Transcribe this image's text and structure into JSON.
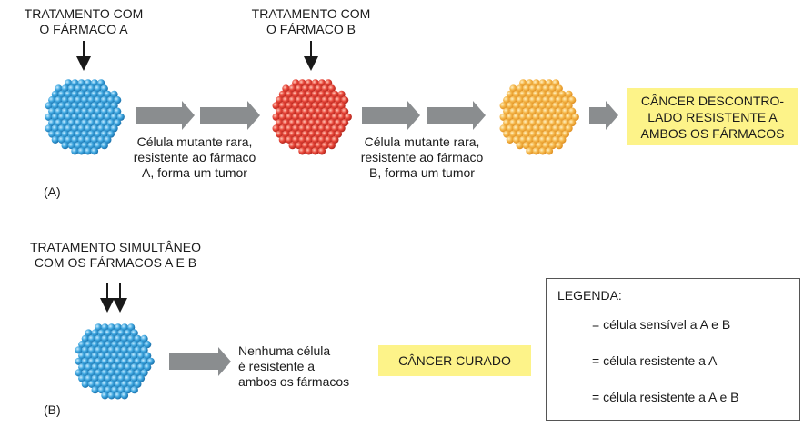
{
  "panel_a": {
    "label": "(A)",
    "drug_a_caption": "TRATAMENTO COM\nO FÁRMACO A",
    "drug_b_caption": "TRATAMENTO COM\nO FÁRMACO B",
    "mutant_a_note": "Célula mutante rara,\nresistente ao fármaco\nA, forma um tumor",
    "mutant_b_note": "Célula mutante rara,\nresistente ao fármaco\nB, forma um tumor",
    "result": "CÂNCER DESCONTRO-\nLADO RESISTENTE A\nAMBOS OS FÁRMACOS"
  },
  "panel_b": {
    "label": "(B)",
    "caption": "TRATAMENTO SIMULTÂNEO\nCOM OS FÁRMACOS A E B",
    "note": "Nenhuma célula\né resistente a\nambos os fármacos",
    "result": "CÂNCER CURADO"
  },
  "legend": {
    "title": "LEGENDA:",
    "items": [
      {
        "text": "= célula sensível a A e B",
        "color": "#3fa7e0",
        "icon": "blue-cell-cluster-icon"
      },
      {
        "text": "= célula resistente a A",
        "color": "#e8473a",
        "icon": "red-cell-cluster-icon"
      },
      {
        "text": "= célula resistente a A e B",
        "color": "#f5b74a",
        "icon": "orange-cell-cluster-icon"
      }
    ]
  },
  "colors": {
    "sensitive": "#3fa7e0",
    "resistant_a": "#e8473a",
    "resistant_ab": "#f5b74a",
    "arrow": "#8a8d8f",
    "highlight": "#fdf389"
  }
}
